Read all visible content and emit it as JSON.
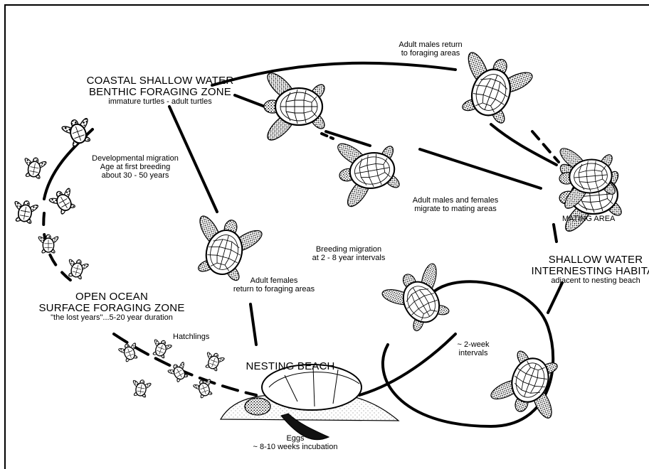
{
  "labels": {
    "coastal": {
      "line1": "COASTAL SHALLOW WATER",
      "line2": "BENTHIC FORAGING ZONE",
      "line3": "immature turtles - adult turtles"
    },
    "developmental": {
      "line1": "Developmental migration",
      "line2": "Age at first breeding",
      "line3": "about 30 - 50 years"
    },
    "open_ocean": {
      "line1": "OPEN OCEAN",
      "line2": "SURFACE FORAGING ZONE",
      "line3": "\"the lost years\"...5-20 year duration"
    },
    "hatchlings": "Hatchlings",
    "nesting_beach": "NESTING BEACH",
    "eggs": {
      "line1": "Eggs",
      "line2": "~ 8-10 weeks incubation"
    },
    "adult_females": {
      "line1": "Adult females",
      "line2": "return to foraging areas"
    },
    "breeding_migration": {
      "line1": "Breeding migration",
      "line2": "at 2 - 8 year intervals"
    },
    "two_week": {
      "line1": "~ 2-week",
      "line2": "intervals"
    },
    "adult_males_return": {
      "line1": "Adult males return",
      "line2": "to foraging areas"
    },
    "adult_mating_migration": {
      "line1": "Adult males and females",
      "line2": "migrate to mating areas"
    },
    "mating_area": "MATING AREA",
    "internesting": {
      "line1": "SHALLOW WATER",
      "line2": "INTERNESTING HABITAT",
      "line3": "adjacent to nesting beach"
    }
  }
}
